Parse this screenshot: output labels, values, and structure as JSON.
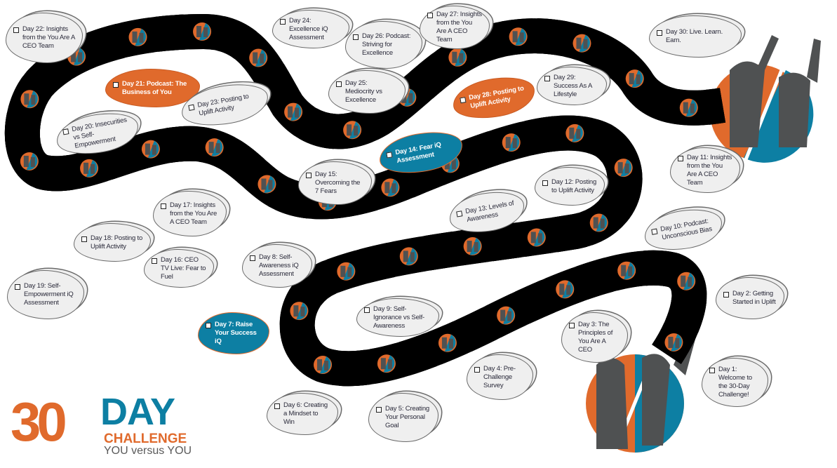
{
  "colors": {
    "orange": "#e06a2c",
    "teal": "#0d7fa3",
    "gray": "#4f5152",
    "board": "#000000",
    "bubble": "#efefef"
  },
  "logo": {
    "number": "30",
    "day": "DAY",
    "challenge": "CHALLENGE",
    "tagline": "YOU versus YOU"
  },
  "days": [
    {
      "id": "day1",
      "label": "Day 1: Welcome to the 30-Day Challenge!",
      "style": "gray"
    },
    {
      "id": "day2",
      "label": "Day 2: Getting Started in Uplift",
      "style": "gray"
    },
    {
      "id": "day3",
      "label": "Day 3: The Principles of You Are A CEO",
      "style": "gray"
    },
    {
      "id": "day4",
      "label": "Day 4: Pre-Challenge Survey",
      "style": "gray"
    },
    {
      "id": "day5",
      "label": "Day 5: Creating Your Personal Goal",
      "style": "gray"
    },
    {
      "id": "day6",
      "label": "Day 6: Creating a Mindset to Win",
      "style": "gray"
    },
    {
      "id": "day7",
      "label": "Day 7: Raise Your Success iQ",
      "style": "teal"
    },
    {
      "id": "day8",
      "label": "Day 8: Self-Awareness iQ Assessment",
      "style": "gray"
    },
    {
      "id": "day9",
      "label": "Day 9: Self-Ignorance vs Self-Awareness",
      "style": "gray"
    },
    {
      "id": "day10",
      "label": "Day 10: Podcast: Unconscious Bias",
      "style": "gray"
    },
    {
      "id": "day11",
      "label": "Day 11: Insights from the You Are A CEO Team",
      "style": "gray"
    },
    {
      "id": "day12",
      "label": "Day 12: Posting to Uplift Activity",
      "style": "gray"
    },
    {
      "id": "day13",
      "label": "Day 13: Levels of Awareness",
      "style": "gray"
    },
    {
      "id": "day14",
      "label": "Day 14: Fear iQ Assessment",
      "style": "teal"
    },
    {
      "id": "day15",
      "label": "Day 15: Overcoming the 7 Fears",
      "style": "gray"
    },
    {
      "id": "day16",
      "label": "Day 16: CEO TV Live: Fear to Fuel",
      "style": "gray"
    },
    {
      "id": "day17",
      "label": "Day 17: Insights from the You Are A CEO Team",
      "style": "gray"
    },
    {
      "id": "day18",
      "label": "Day 18: Posting to Uplift Activity",
      "style": "gray"
    },
    {
      "id": "day19",
      "label": "Day 19: Self-Empowerment iQ Assessment",
      "style": "gray"
    },
    {
      "id": "day20",
      "label": "Day 20: Insecurities vs Self-Empowerment",
      "style": "gray"
    },
    {
      "id": "day21",
      "label": "Day 21: Podcast: The Business of You",
      "style": "orange"
    },
    {
      "id": "day22",
      "label": "Day 22: Insights from the You Are A CEO Team",
      "style": "gray"
    },
    {
      "id": "day23",
      "label": "Day 23: Posting to Uplift Activity",
      "style": "gray"
    },
    {
      "id": "day24",
      "label": "Day 24: Excellence iQ Assessment",
      "style": "gray"
    },
    {
      "id": "day25",
      "label": "Day 25: Mediocrity vs Excellence",
      "style": "gray"
    },
    {
      "id": "day26",
      "label": "Day 26: Podcast: Striving for Excellence",
      "style": "gray"
    },
    {
      "id": "day27",
      "label": "Day 27: Insights from the You Are A CEO Team",
      "style": "gray"
    },
    {
      "id": "day28",
      "label": "Day 28: Posting to Uplift Activity",
      "style": "orange"
    },
    {
      "id": "day29",
      "label": "Day 29: Success As A Lifestyle",
      "style": "gray"
    },
    {
      "id": "day30",
      "label": "Day 30: Live. Learn. Earn.",
      "style": "gray"
    }
  ]
}
